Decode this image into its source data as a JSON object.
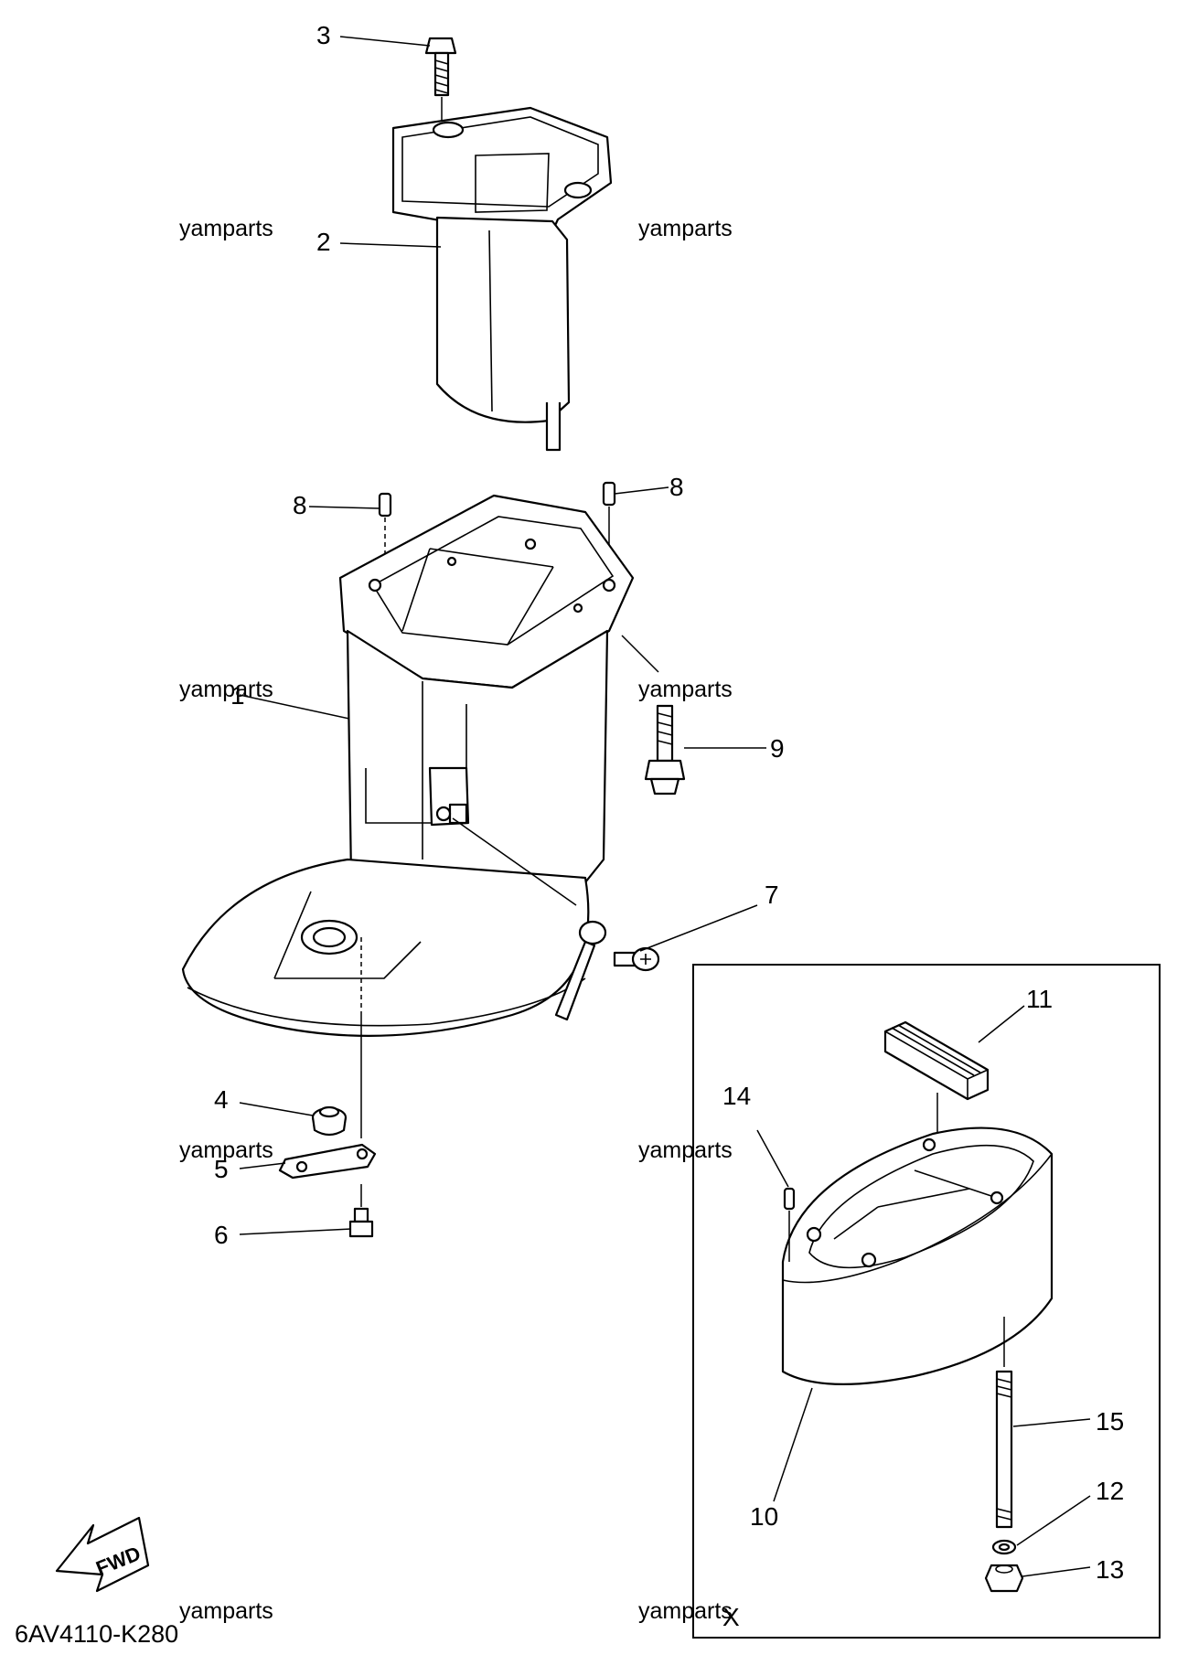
{
  "callouts": {
    "p1": "1",
    "p2": "2",
    "p3": "3",
    "p4": "4",
    "p5": "5",
    "p6": "6",
    "p7": "7",
    "p8a": "8",
    "p8b": "8",
    "p9": "9",
    "p10": "10",
    "p11": "11",
    "p12": "12",
    "p13": "13",
    "p14": "14",
    "p15": "15"
  },
  "watermark": "yamparts",
  "fwd_label": "FWD",
  "inset_label": "X",
  "diagram_code": "6AV4110-K280"
}
